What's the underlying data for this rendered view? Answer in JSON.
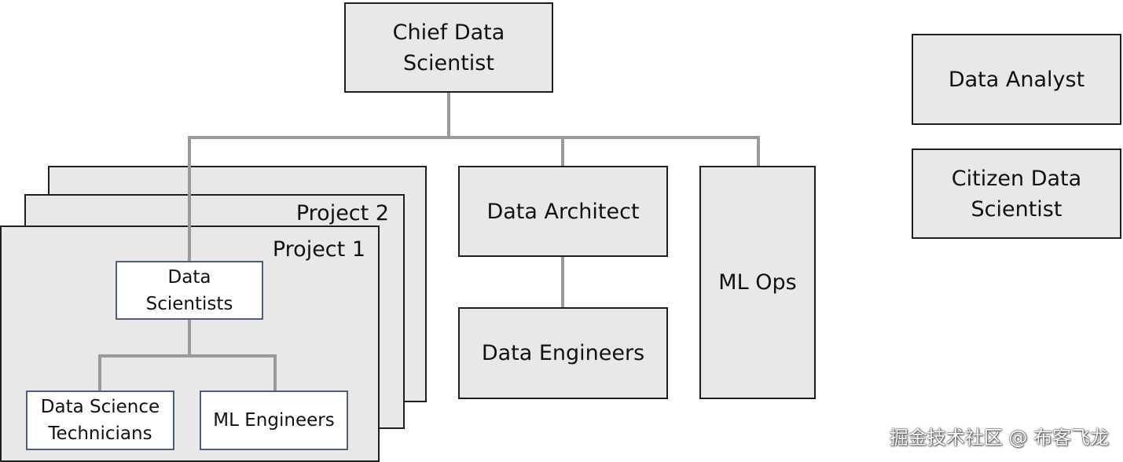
{
  "nodes": {
    "chief": "Chief Data\nScientist",
    "analyst": "Data Analyst",
    "citizen": "Citizen Data\nScientist",
    "architect": "Data Architect",
    "engineers": "Data Engineers",
    "mlops": "ML Ops",
    "scientists": "Data\nScientists",
    "technicians": "Data Science\nTechnicians",
    "ml_engineers": "ML Engineers"
  },
  "projects": {
    "project2": "Project 2",
    "project1": "Project 1"
  },
  "watermark": "掘金技术社区 @ 布客飞龙"
}
